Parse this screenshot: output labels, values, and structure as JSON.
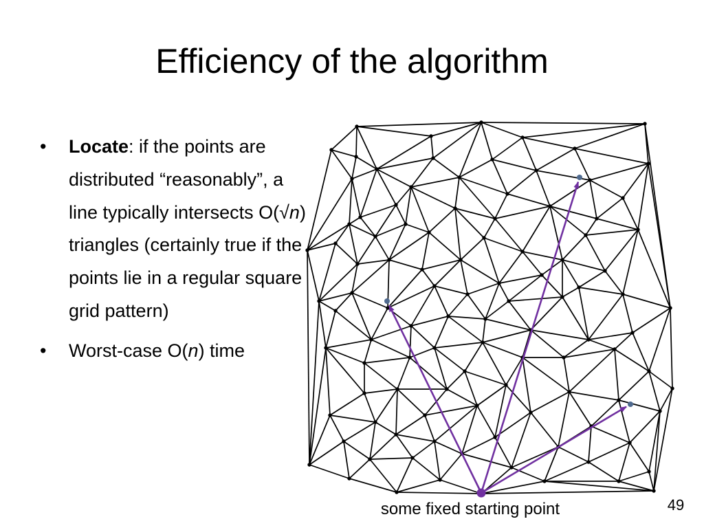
{
  "slide": {
    "title": "Efficiency of the algorithm",
    "page_number": "49",
    "caption": "some fixed starting point",
    "bullet_mark": "•",
    "bullet1": {
      "bold": "Locate",
      "text_a": ": if the points are distributed “reasonably”, a line typically intersects O(√",
      "var": "n",
      "text_b": ") triangles (certainly true if the points lie in a regular square grid pattern)"
    },
    "bullet2": {
      "text_a": "Worst-case O(",
      "var": "n",
      "text_b": ") time"
    }
  },
  "colors": {
    "edge": "#000000",
    "vertex": "#000000",
    "arrow": "#7030a0",
    "target_point": "#4f6a8f",
    "start_point": "#7030a0"
  }
}
